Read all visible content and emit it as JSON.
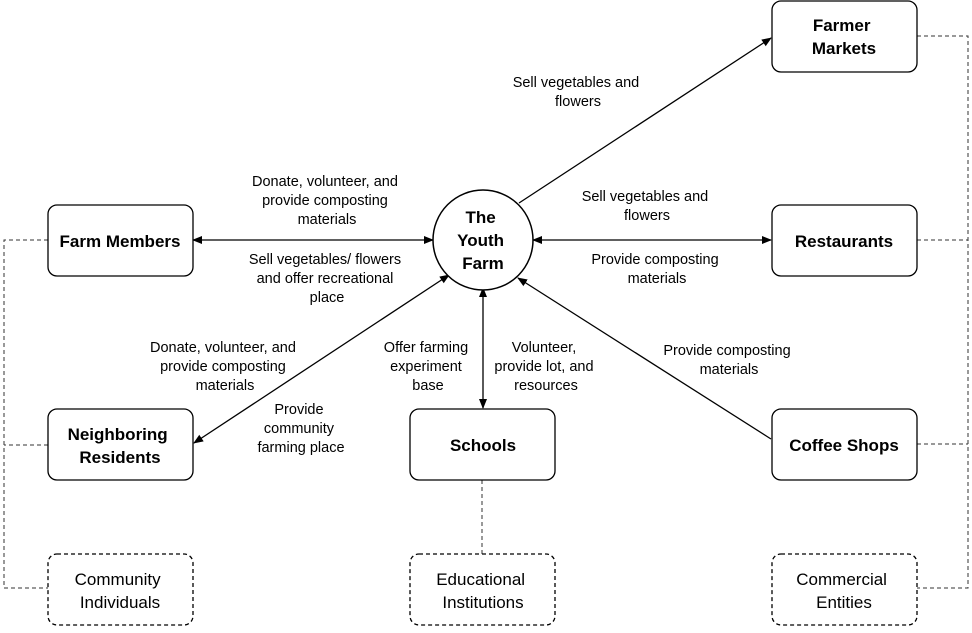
{
  "nodes": {
    "center": [
      "The",
      "Youth",
      "Farm"
    ],
    "farmer_markets": [
      "Farmer",
      "Markets"
    ],
    "restaurants": [
      "Restaurants"
    ],
    "coffee_shops": [
      "Coffee Shops"
    ],
    "farm_members": [
      "Farm Members"
    ],
    "neighboring_residents": [
      "Neighboring",
      "Residents"
    ],
    "schools": [
      "Schools"
    ]
  },
  "groups": {
    "community_individuals": [
      "Community",
      "Individuals"
    ],
    "educational_institutions": [
      "Educational",
      "Institutions"
    ],
    "commercial_entities": [
      "Commercial",
      "Entities"
    ]
  },
  "edge_labels": {
    "to_farmer_markets": [
      "Sell vegetables and",
      "flowers"
    ],
    "to_restaurants": [
      "Sell vegetables and",
      "flowers"
    ],
    "from_restaurants": [
      "Provide composting",
      "materials"
    ],
    "from_coffee_shops": [
      "Provide composting",
      "materials"
    ],
    "from_farm_members": [
      "Donate, volunteer, and",
      "provide composting",
      "materials"
    ],
    "to_farm_members": [
      "Sell vegetables/ flowers",
      "and offer recreational",
      "place"
    ],
    "from_neighbors": [
      "Donate, volunteer, and",
      "provide composting",
      "materials"
    ],
    "to_neighbors": [
      "Provide",
      "community",
      "farming place"
    ],
    "to_schools": [
      "Offer farming",
      "experiment",
      "base"
    ],
    "from_schools": [
      "Volunteer,",
      "provide lot, and",
      "resources"
    ]
  }
}
